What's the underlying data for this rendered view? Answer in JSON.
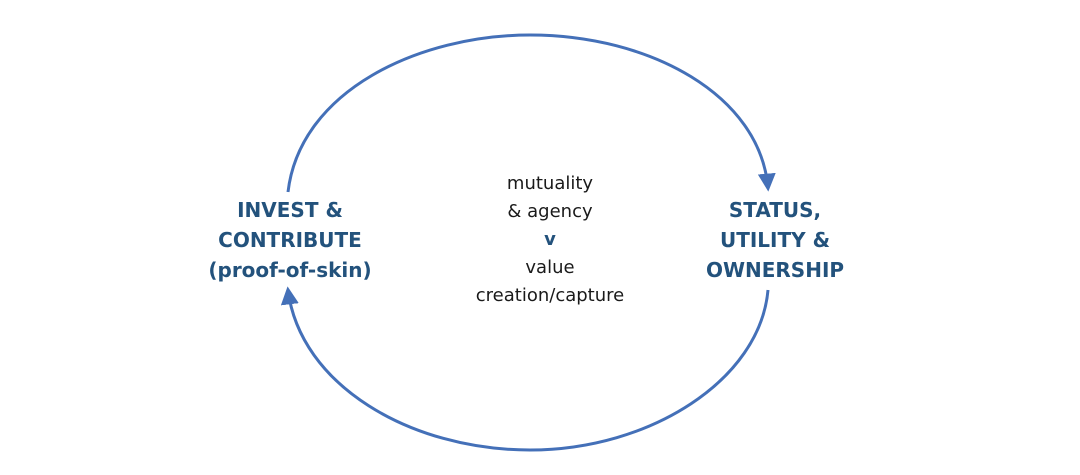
{
  "colors": {
    "cycle": "#4470b8",
    "node_text": "#23527c",
    "center_text": "#1a1a1a",
    "accent": "#23527c"
  },
  "left_node": {
    "lines": [
      "INVEST &",
      "CONTRIBUTE",
      "(proof-of-skin)"
    ]
  },
  "right_node": {
    "lines": [
      "STATUS,",
      "UTILITY &",
      "OWNERSHIP"
    ]
  },
  "center": {
    "lines": [
      "mutuality",
      "& agency",
      "v",
      "value",
      "creation/capture"
    ]
  }
}
